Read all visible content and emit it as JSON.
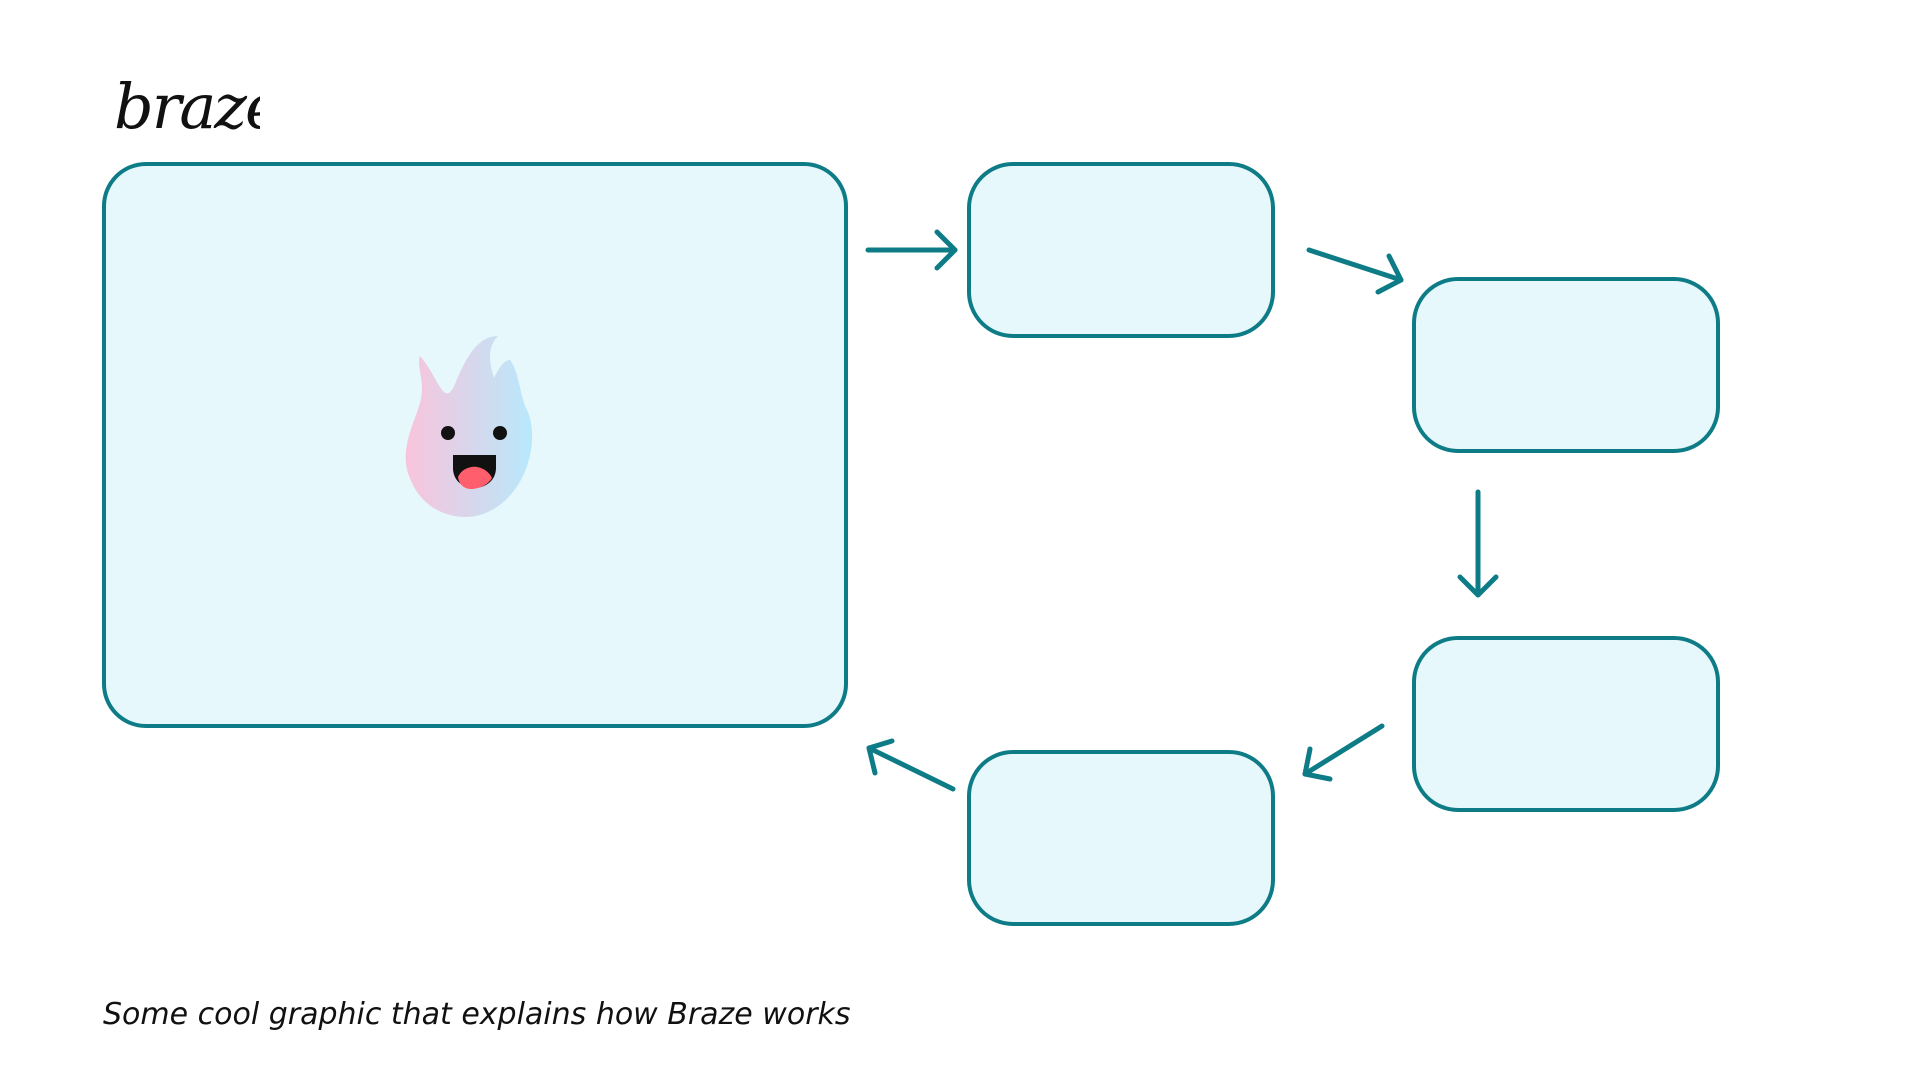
{
  "brand": {
    "logo_text": "braze"
  },
  "diagram": {
    "nodes": [
      {
        "id": "main-box",
        "label": ""
      },
      {
        "id": "step-1",
        "label": ""
      },
      {
        "id": "step-2",
        "label": ""
      },
      {
        "id": "step-3",
        "label": ""
      },
      {
        "id": "step-4",
        "label": ""
      }
    ],
    "mascot": "flame-mascot-icon",
    "colors": {
      "box_fill": "#e6f8fb",
      "box_stroke": "#0e7c86",
      "arrow": "#0e7c86",
      "mascot_gradient_start": "#f9c4dc",
      "mascot_gradient_end": "#b8e8fb",
      "mouth": "#111111",
      "tongue": "#ff5f6d"
    }
  },
  "caption": "Some cool graphic that explains how Braze works"
}
